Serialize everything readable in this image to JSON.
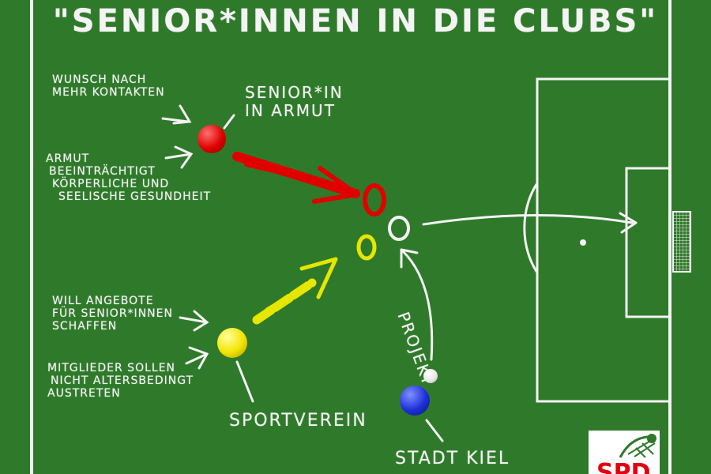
{
  "title": "\"Senior*innen in die Clubs\"",
  "nodes": {
    "senior": {
      "label_line1": "Senior*in",
      "label_line2": "in Armut",
      "color": "#e00000"
    },
    "sport": {
      "label": "Sportverein",
      "color": "#f3e400"
    },
    "stadt": {
      "label": "Stadt Kiel",
      "color": "#1c2fd8"
    },
    "small_ball_color": "#f2f2f2"
  },
  "notes": {
    "wunsch": [
      "Wunsch nach",
      "mehr Kontakten"
    ],
    "armut": [
      "Armut",
      "beeinträchtigt",
      "körperliche und",
      "seelische Gesundheit"
    ],
    "angebote": [
      "Will Angebote",
      "für Senior*innen",
      "schaffen"
    ],
    "mitglieder": [
      "Mitglieder sollen",
      "nicht altersbedingt",
      "austreten"
    ]
  },
  "projekt_label": "Projekt",
  "colors": {
    "field": "#2f7a2a",
    "chalk": "#f4f4f4",
    "red": "#e00000",
    "yellow": "#e6e600",
    "brand": "#e3000f"
  },
  "logo": {
    "text": "SPD"
  }
}
